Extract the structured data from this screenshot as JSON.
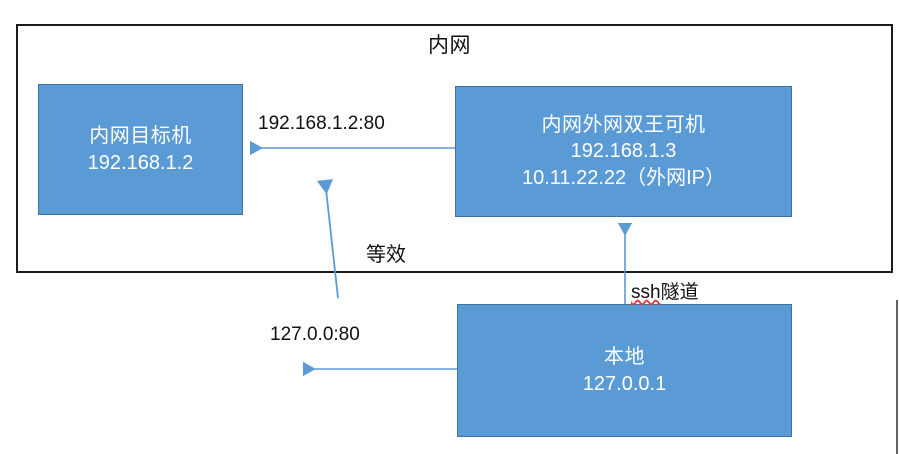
{
  "diagram": {
    "title": "内网",
    "container_label": "内网",
    "nodes": [
      {
        "id": "target",
        "name": "内网目标机",
        "ip": "192.168.1.2",
        "fill": "#5B9BD5",
        "border": "#41719C",
        "text_color": "#FFFFFF"
      },
      {
        "id": "dual-homed",
        "name": "内网外网双王可机",
        "ip_internal": "192.168.1.3",
        "ip_external": "10.11.22.22（外网IP）",
        "fill": "#5B9BD5",
        "border": "#41719C",
        "text_color": "#FFFFFF"
      },
      {
        "id": "local",
        "name": "本地",
        "ip": "127.0.0.1",
        "fill": "#5B9BD5",
        "border": "#41719C",
        "text_color": "#FFFFFF"
      }
    ],
    "edges": [
      {
        "id": "dual-to-target",
        "label": "192.168.1.2:80",
        "from": "dual-homed",
        "to": "target",
        "color": "#5B9BD5"
      },
      {
        "id": "equivalent",
        "label": "等效",
        "from": "local-loopback",
        "to": "target",
        "color": "#5B9BD5"
      },
      {
        "id": "ssh-tunnel",
        "label_prefix": "ssh",
        "label_suffix": "隧道",
        "label": "ssh隧道",
        "from": "local",
        "to": "dual-homed",
        "color": "#5B9BD5",
        "spellcheck_error_on": "ssh"
      },
      {
        "id": "local-loopback",
        "label": "127.0.0:80",
        "from": "local",
        "to": "loopback-point",
        "color": "#5B9BD5"
      }
    ],
    "colors": {
      "node_fill": "#5B9BD5",
      "node_border": "#41719C",
      "frame_border": "#1A1A1A",
      "arrow": "#5B9BD5",
      "text_dark": "#111111",
      "text_light": "#FFFFFF",
      "spellcheck": "#E03A3A"
    }
  }
}
